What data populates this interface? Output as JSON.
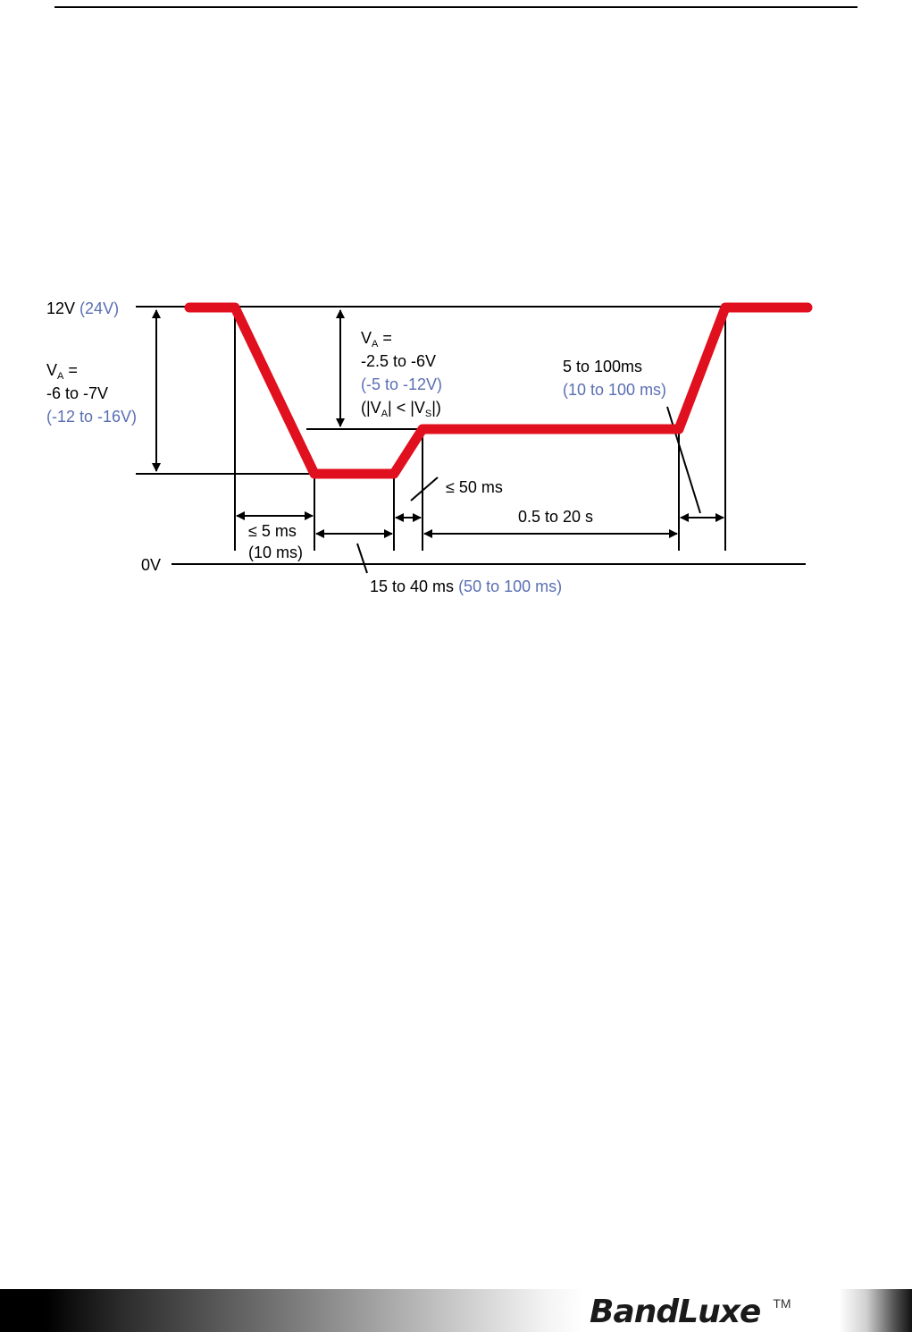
{
  "diagram": {
    "level_12v": "12V",
    "level_24v": "(24V)",
    "level_0v": "0V",
    "va_left": {
      "line1_v": "V",
      "line1_sub": "A",
      "line1_rest": " =",
      "line2": "-6 to -7V",
      "line3": "(-12 to -16V)"
    },
    "va_mid": {
      "line1_v": "V",
      "line1_sub": "A",
      "line1_rest": " =",
      "line2": "-2.5 to -6V",
      "line3": "(-5 to -12V)",
      "line4_a": "(|V",
      "line4_sub_a": "A",
      "line4_b": "| < |V",
      "line4_sub_b": "S",
      "line4_c": "|)"
    },
    "rise_time": {
      "line1": "5 to 100ms",
      "line2": "(10 to 100 ms)"
    },
    "step_time": "≤ 50 ms",
    "hold_time": "0.5 to 20 s",
    "fall_time": {
      "line1": "≤ 5 ms",
      "line2": "(10 ms)"
    },
    "low_time": {
      "main": "15 to 40 ms ",
      "alt": "(50 to 100 ms)"
    },
    "colors": {
      "waveform": "#e0101e",
      "alt_values": "#5a6fb3"
    }
  },
  "footer": {
    "brand": "BandLuxe",
    "trademark": "TM"
  }
}
